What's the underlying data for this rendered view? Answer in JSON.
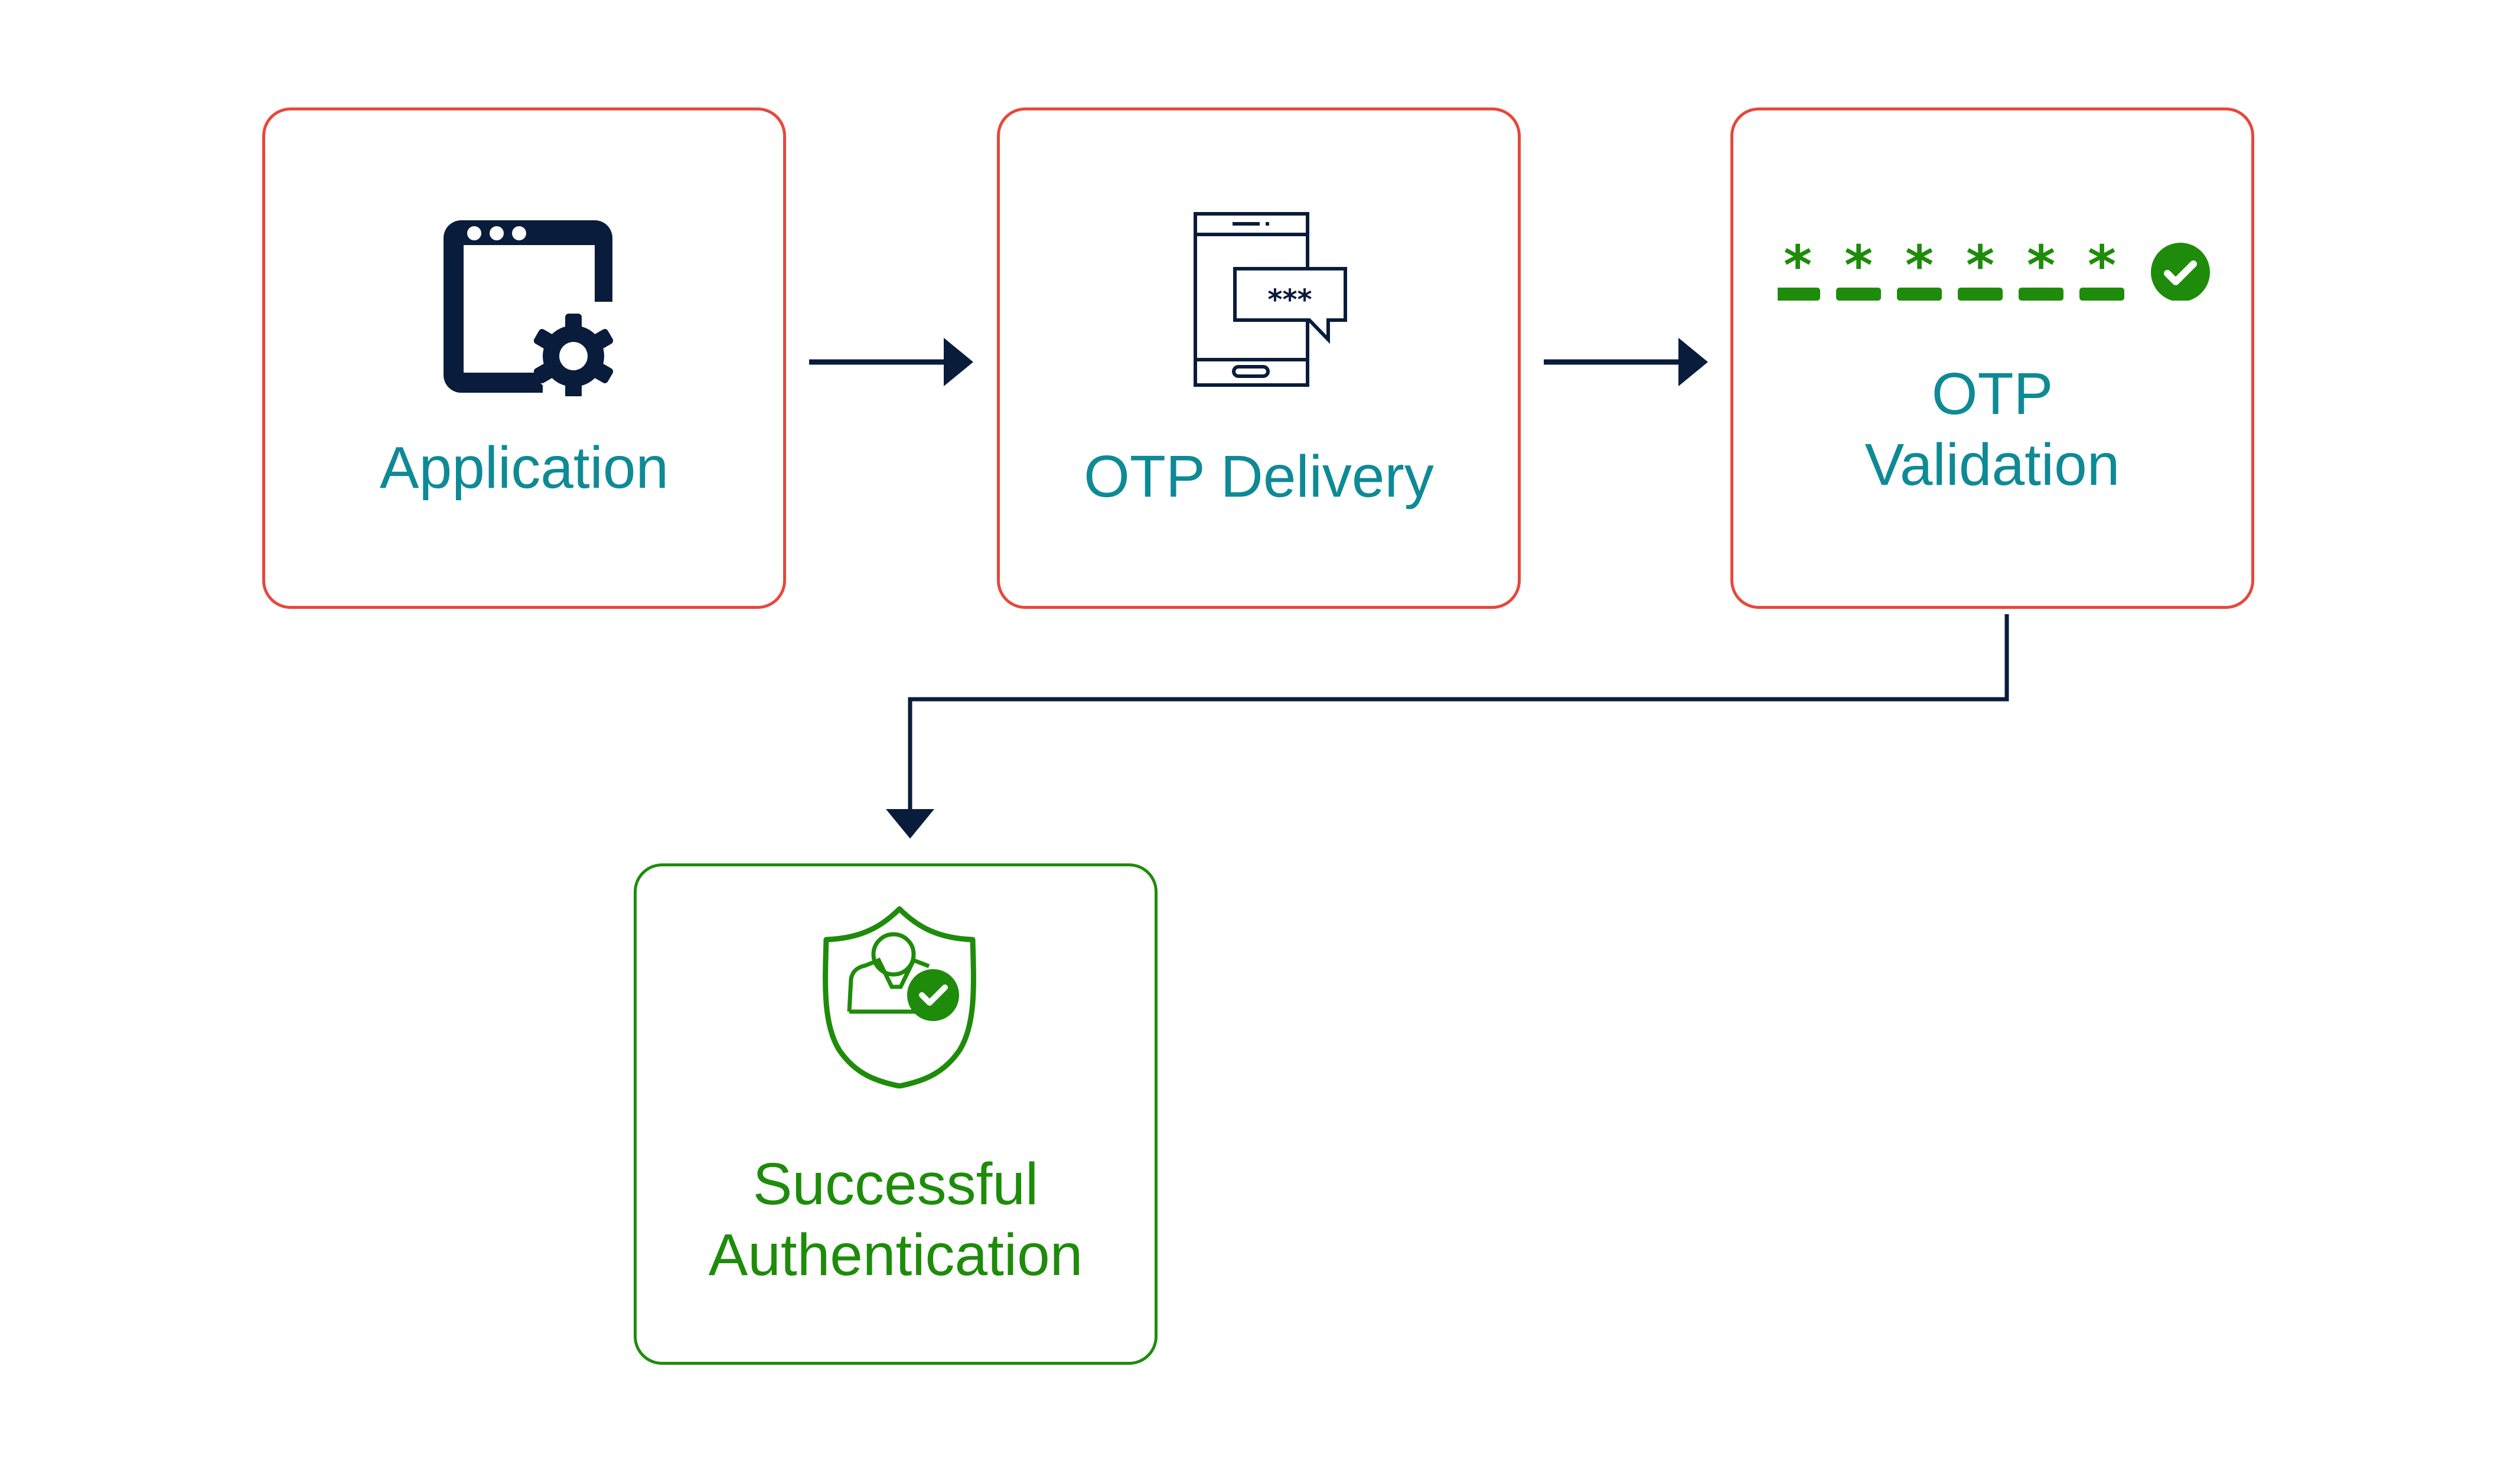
{
  "diagram": {
    "title": "OTP authentication flow",
    "colors": {
      "step_border": "#e8473b",
      "final_border": "#1e8c0a",
      "label_teal": "#0e8a96",
      "label_green": "#1e8c0a",
      "icon_navy": "#0a1c3b",
      "icon_green": "#1e8c0a"
    },
    "steps": [
      {
        "id": "application",
        "label": "Application",
        "icon": "app-window-gear-icon"
      },
      {
        "id": "otp-delivery",
        "label": "OTP Delivery",
        "icon": "phone-message-icon",
        "message_text": "***"
      },
      {
        "id": "otp-validation",
        "label_line1": "OTP",
        "label_line2": "Validation",
        "icon": "otp-code-check-icon",
        "otp_mask": [
          "*",
          "*",
          "*",
          "*",
          "*",
          "*"
        ]
      },
      {
        "id": "successful-authentication",
        "label_line1": "Successful",
        "label_line2": "Authentication",
        "icon": "shield-user-check-icon"
      }
    ],
    "edges": [
      {
        "from": "application",
        "to": "otp-delivery"
      },
      {
        "from": "otp-delivery",
        "to": "otp-validation"
      },
      {
        "from": "otp-validation",
        "to": "successful-authentication"
      }
    ]
  }
}
